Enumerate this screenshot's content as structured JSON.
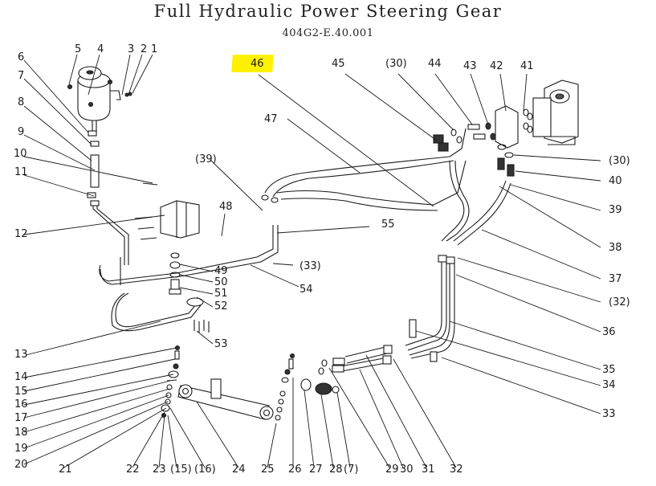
{
  "header": {
    "title": "Full Hydraulic Power Steering Gear",
    "drawing_number": "404G2-E.40.001"
  },
  "highlight": {
    "label": "46",
    "color": "#fff200"
  },
  "callouts": [
    {
      "id": "c1",
      "text": "1"
    },
    {
      "id": "c2",
      "text": "2"
    },
    {
      "id": "c3",
      "text": "3"
    },
    {
      "id": "c4",
      "text": "4"
    },
    {
      "id": "c5",
      "text": "5"
    },
    {
      "id": "c6",
      "text": "6"
    },
    {
      "id": "c7",
      "text": "7"
    },
    {
      "id": "c8",
      "text": "8"
    },
    {
      "id": "c9",
      "text": "9"
    },
    {
      "id": "c10",
      "text": "10"
    },
    {
      "id": "c11",
      "text": "11"
    },
    {
      "id": "c12",
      "text": "12"
    },
    {
      "id": "c13",
      "text": "13"
    },
    {
      "id": "c14",
      "text": "14"
    },
    {
      "id": "c15",
      "text": "15"
    },
    {
      "id": "c16",
      "text": "16"
    },
    {
      "id": "c17",
      "text": "17"
    },
    {
      "id": "c18",
      "text": "18"
    },
    {
      "id": "c19",
      "text": "19"
    },
    {
      "id": "c20",
      "text": "20"
    },
    {
      "id": "c21",
      "text": "21"
    },
    {
      "id": "c22",
      "text": "22"
    },
    {
      "id": "c23",
      "text": "23"
    },
    {
      "id": "c15b",
      "text": "(15)"
    },
    {
      "id": "c16b",
      "text": "(16)"
    },
    {
      "id": "c24",
      "text": "24"
    },
    {
      "id": "c25",
      "text": "25"
    },
    {
      "id": "c26",
      "text": "26"
    },
    {
      "id": "c27",
      "text": "27"
    },
    {
      "id": "c28",
      "text": "28"
    },
    {
      "id": "c7b",
      "text": "(7)"
    },
    {
      "id": "c29",
      "text": "29"
    },
    {
      "id": "c30",
      "text": "30"
    },
    {
      "id": "c31",
      "text": "31"
    },
    {
      "id": "c32",
      "text": "32"
    },
    {
      "id": "c33",
      "text": "33"
    },
    {
      "id": "c34",
      "text": "34"
    },
    {
      "id": "c35",
      "text": "35"
    },
    {
      "id": "c36",
      "text": "36"
    },
    {
      "id": "c32b",
      "text": "(32)"
    },
    {
      "id": "c37",
      "text": "37"
    },
    {
      "id": "c38",
      "text": "38"
    },
    {
      "id": "c39",
      "text": "39"
    },
    {
      "id": "c40",
      "text": "40"
    },
    {
      "id": "c30b",
      "text": "(30)"
    },
    {
      "id": "c41",
      "text": "41"
    },
    {
      "id": "c42",
      "text": "42"
    },
    {
      "id": "c43",
      "text": "43"
    },
    {
      "id": "c44",
      "text": "44"
    },
    {
      "id": "c30c",
      "text": "(30)"
    },
    {
      "id": "c45",
      "text": "45"
    },
    {
      "id": "c46",
      "text": "46"
    },
    {
      "id": "c47",
      "text": "47"
    },
    {
      "id": "c39b",
      "text": "(39)"
    },
    {
      "id": "c48",
      "text": "48"
    },
    {
      "id": "c55",
      "text": "55"
    },
    {
      "id": "c33b",
      "text": "(33)"
    },
    {
      "id": "c54",
      "text": "54"
    },
    {
      "id": "c49",
      "text": "49"
    },
    {
      "id": "c50",
      "text": "50"
    },
    {
      "id": "c51",
      "text": "51"
    },
    {
      "id": "c52",
      "text": "52"
    },
    {
      "id": "c53",
      "text": "53"
    }
  ],
  "parts": {
    "oil_tank": "oil-tank",
    "steering_unit": "steering-unit",
    "priority_valve": "priority-valve",
    "steering_cylinder": "steering-cylinder"
  }
}
